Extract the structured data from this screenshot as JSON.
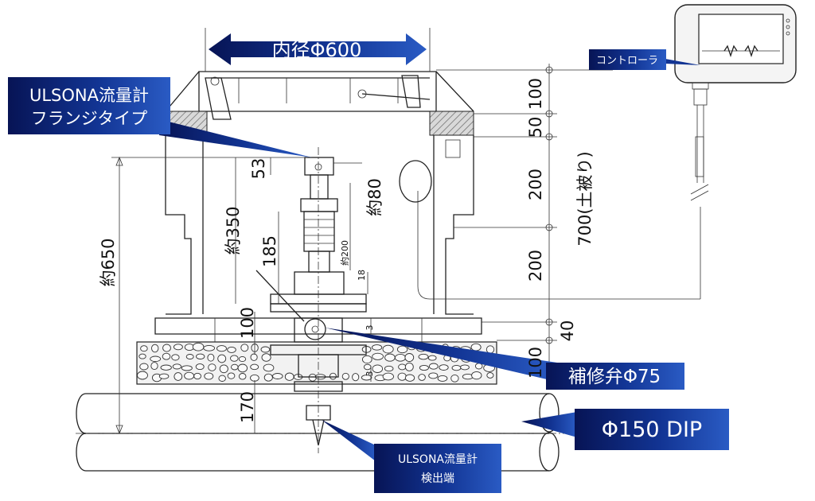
{
  "labels": {
    "inner_diameter": "内径Φ600",
    "controller": "コントローラ",
    "flange_type_line1": "ULSONA流量計",
    "flange_type_line2": "フランジタイプ",
    "repair_valve": "補修弁Φ75",
    "pipe": "Φ150 DIP",
    "detector_line1": "ULSONA流量計",
    "detector_line2": "検出端"
  },
  "dimensions": {
    "d100_top": "100",
    "d50": "50",
    "d200_upper": "200",
    "d700_cover": "700(土被り)",
    "d200_lower": "200",
    "d40": "40",
    "d100_bottom": "100",
    "approx650": "約650",
    "approx350": "約350",
    "d53": "53",
    "approx80": "約80",
    "d185": "185",
    "approx200": "約200",
    "d18": "18",
    "d100_inner": "100",
    "d3_upper": "3",
    "d3_lower": "3",
    "d170": "170"
  },
  "colors": {
    "callout_dark": "#0a1a6e",
    "callout_light": "#1f4fb4",
    "hatch": "#777777",
    "line": "#222222"
  }
}
